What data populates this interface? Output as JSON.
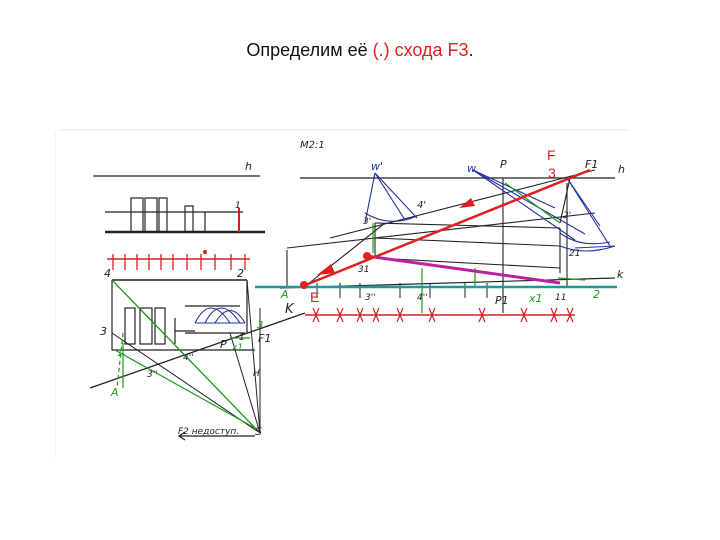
{
  "slide": {
    "title_prefix": "Определим её ",
    "title_highlight": "(.) схода F3",
    "title_suffix": "."
  },
  "drawing_labels": {
    "scale": "M2:1",
    "h_left": "h",
    "h_right": "h",
    "k_line": "k",
    "label_w_prime": "w'",
    "label_w": "w",
    "label_P_top": "P",
    "label_F1_top": "F1",
    "label_4_prime": "4'",
    "label_3_prime": "3'",
    "label_2_prime": "2'",
    "label_2_1": "21",
    "label_3_1": "31",
    "label_3_2": "3''",
    "label_4_2": "4''",
    "label_P1": "P1",
    "label_x1_right": "x1",
    "label_1_bottom": "11",
    "label_2_green_right": "2",
    "label_A_right": "A",
    "label_K": "K",
    "label_1_top_left": "1",
    "label_4_left": "4",
    "label_2_left": "2",
    "label_3_left": "3",
    "label_1_left": "1",
    "label_F1_left": "F1",
    "label_P_left": "P",
    "label_x1_left": "x1",
    "label_3_dbl": "3''",
    "label_4_dbl": "4''",
    "label_1_green": "1",
    "label_A_left": "A",
    "label_S": "S",
    "label_H": "H",
    "label_F2": "F2 недоступ.",
    "label_3_green": "3"
  },
  "annotations": {
    "F3_label": "F",
    "F3_label_sub": "3",
    "E_label": "E"
  },
  "colors": {
    "red": "#e02020",
    "green": "#1a9a1a",
    "teal": "#1a9a9a",
    "magenta": "#c020a0",
    "blue_ink": "#2030a0",
    "pencil": "#222222",
    "hand_red": "#d02020"
  }
}
